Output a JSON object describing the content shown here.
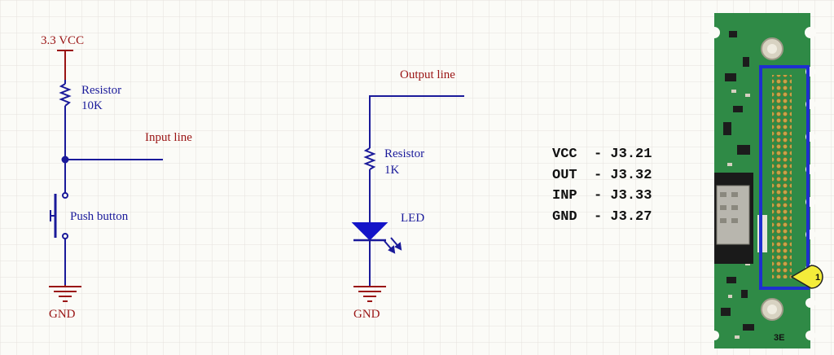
{
  "circuit_input": {
    "vcc_label": "3.3 VCC",
    "resistor_label": "Resistor",
    "resistor_value": "10K",
    "line_label": "Input line",
    "button_label": "Push button",
    "gnd_label": "GND"
  },
  "circuit_output": {
    "line_label": "Output line",
    "resistor_label": "Resistor",
    "resistor_value": "1K",
    "led_label": "LED",
    "gnd_label": "GND"
  },
  "pin_map": [
    "VCC  - J3.21",
    "OUT  - J3.32",
    "INP  - J3.33",
    "GND  - J3.27"
  ],
  "board": {
    "pin_marker": "1",
    "silkscreen": "3E"
  },
  "colors": {
    "wire": "#1a1a9a",
    "label_red": "#9a1414",
    "board_green": "#2f8a46",
    "highlight": "#1e2fd0",
    "marker": "#f4ec3a"
  }
}
